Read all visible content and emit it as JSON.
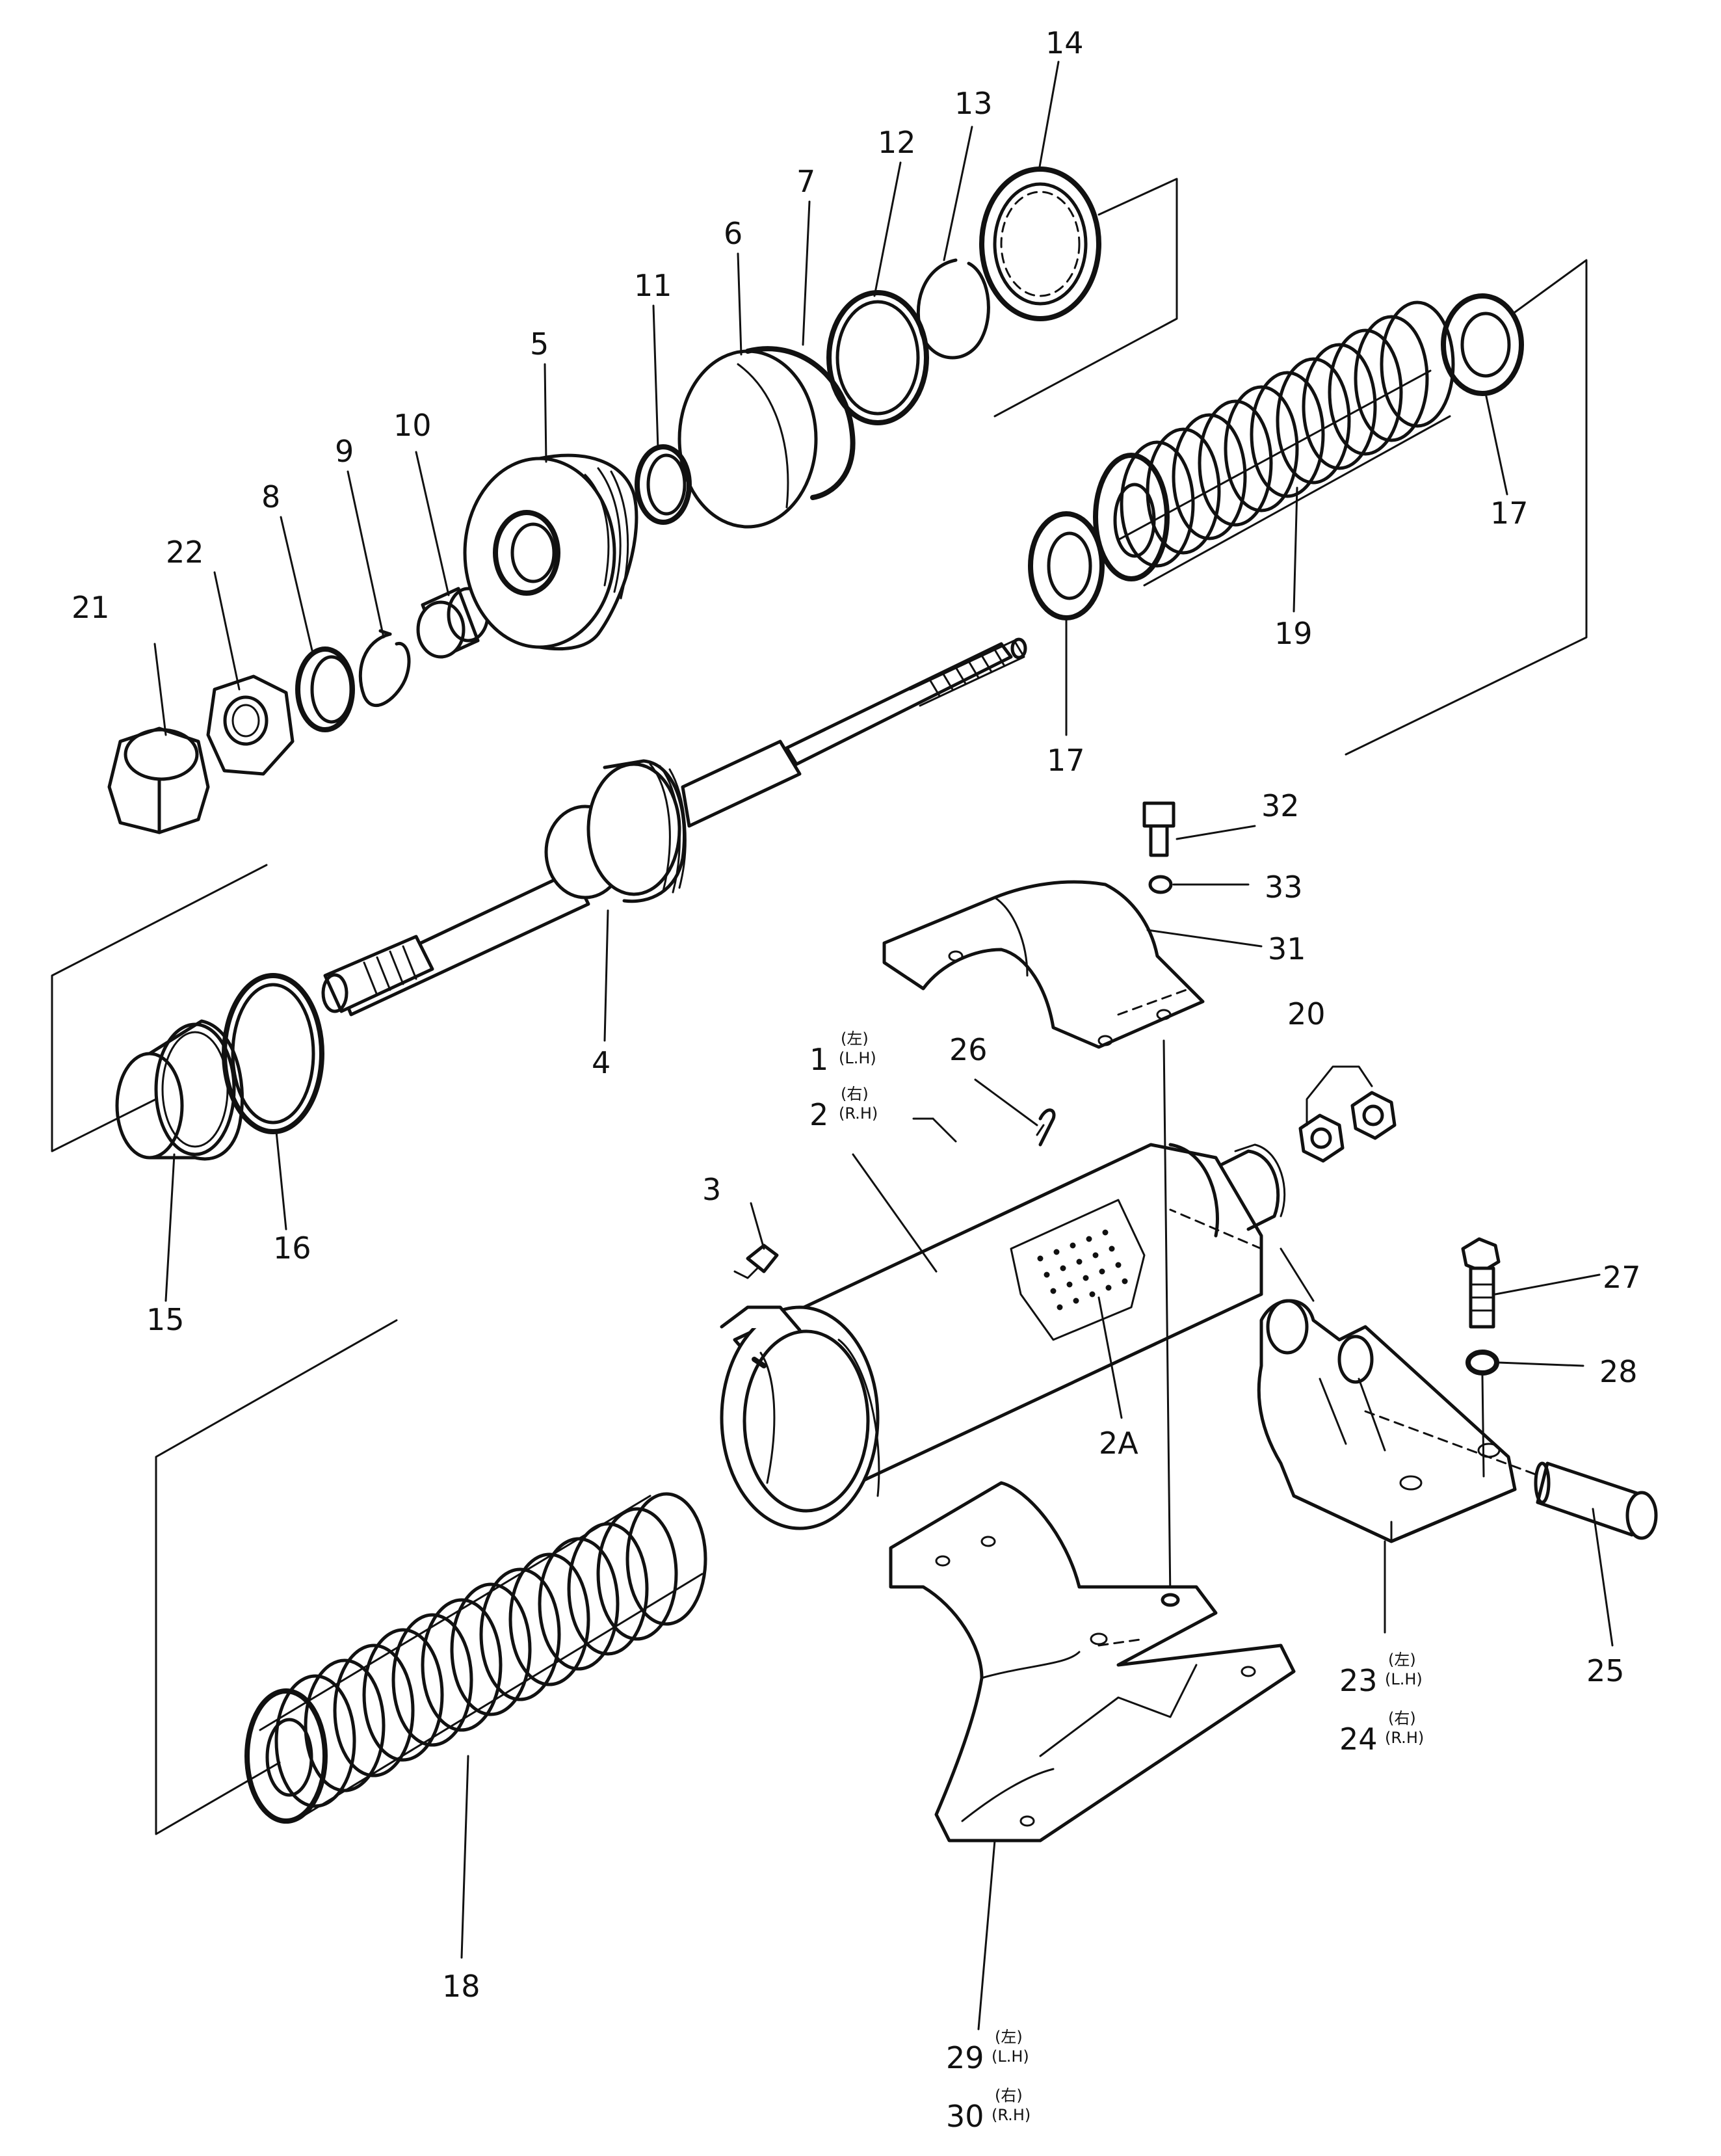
{
  "labels": {
    "p1": "1",
    "p2": "2",
    "p2A": "2A",
    "p3": "3",
    "p4": "4",
    "p5": "5",
    "p6": "6",
    "p7": "7",
    "p8": "8",
    "p9": "9",
    "p10": "10",
    "p11": "11",
    "p12": "12",
    "p13": "13",
    "p14": "14",
    "p15": "15",
    "p16": "16",
    "p17a": "17",
    "p17b": "17",
    "p18": "18",
    "p19": "19",
    "p20": "20",
    "p21": "21",
    "p22": "22",
    "p23": "23",
    "p24": "24",
    "p25": "25",
    "p26": "26",
    "p27": "27",
    "p28": "28",
    "p29": "29",
    "p30": "30",
    "p31": "31",
    "p32": "32",
    "p33": "33"
  },
  "qualifiers": {
    "left_jp": "(左)",
    "left": "(L.H)",
    "right_jp": "(右)",
    "right": "(R.H)"
  }
}
